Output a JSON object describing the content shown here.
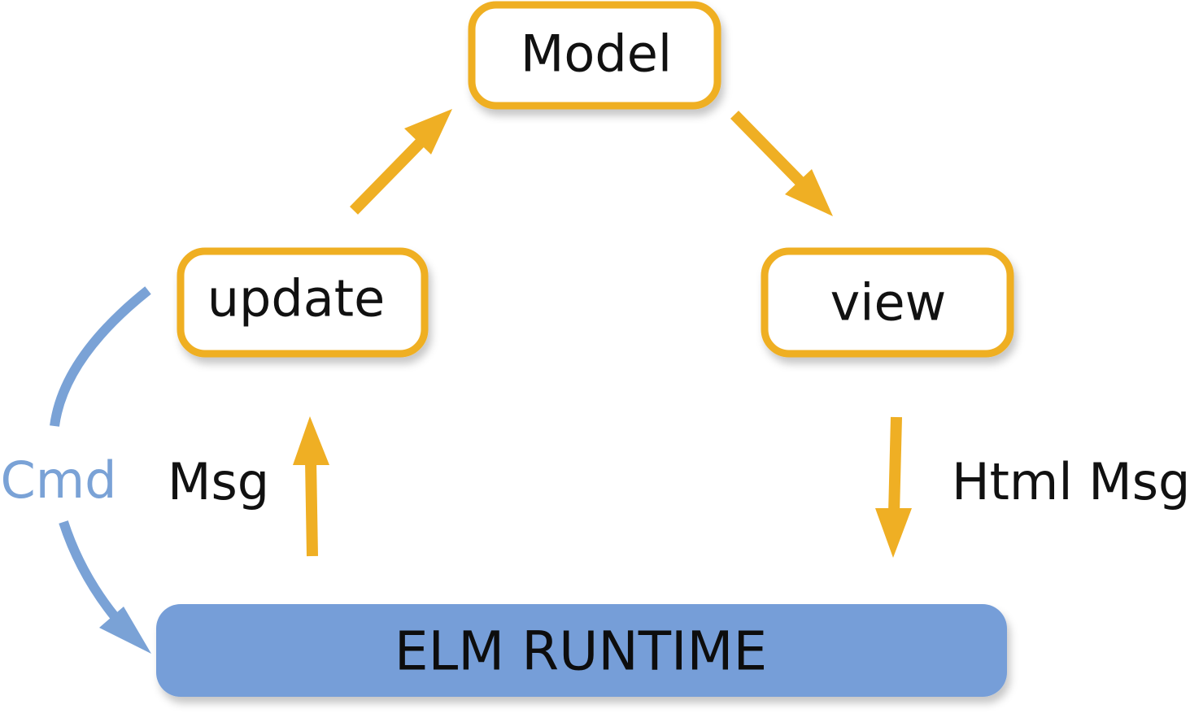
{
  "nodes": {
    "model": "Model",
    "update": "update",
    "view": "view"
  },
  "runtime": {
    "label": "ELM RUNTIME"
  },
  "edges": {
    "msg": "Msg",
    "html_msg": "Html Msg",
    "cmd": "Cmd"
  },
  "colors": {
    "node_border": "#efaf24",
    "arrow_orange": "#efaf24",
    "runtime_fill": "#769ed8",
    "cmd_blue": "#7aa2d6",
    "text": "#111111"
  }
}
